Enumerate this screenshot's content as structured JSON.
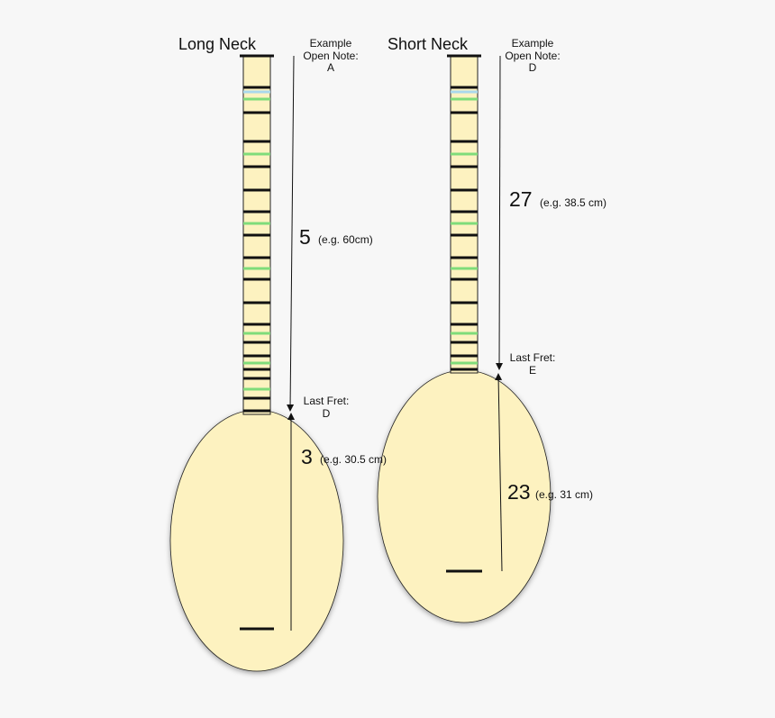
{
  "colors": {
    "wood": "#fdf2c0",
    "outline": "#222222",
    "fret": "#111111",
    "fret_green": "#7fdc7a",
    "fret_blue": "#a9d8ec",
    "background": "#f7f7f7"
  },
  "long_neck": {
    "title": "Long Neck",
    "open_note_label": "Example\nOpen Note:\nA",
    "last_fret_label": "Last Fret:\nD",
    "neck_measure": "5",
    "neck_example": "(e.g. 60cm)",
    "body_measure": "3",
    "body_example": "(e.g. 30.5 cm)"
  },
  "short_neck": {
    "title": "Short Neck",
    "open_note_label": "Example\nOpen Note:\nD",
    "last_fret_label": "Last Fret:\nE",
    "neck_measure": "27",
    "neck_example": "(e.g. 38.5 cm)",
    "body_measure": "23",
    "body_example": "(e.g. 31 cm)"
  }
}
